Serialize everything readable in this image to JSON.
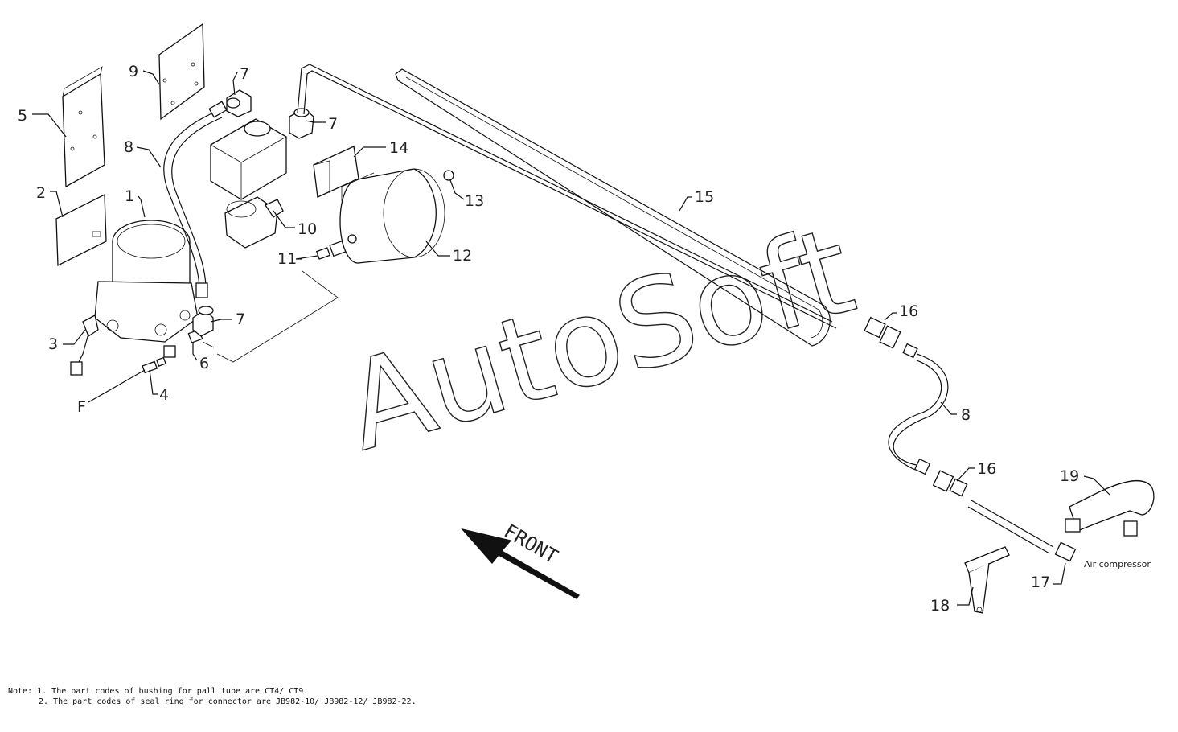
{
  "callouts": [
    {
      "id": "c1",
      "text": "1"
    },
    {
      "id": "c2",
      "text": "2"
    },
    {
      "id": "c3",
      "text": "3"
    },
    {
      "id": "c4",
      "text": "4"
    },
    {
      "id": "c5",
      "text": "5"
    },
    {
      "id": "c6",
      "text": "6"
    },
    {
      "id": "c7a",
      "text": "7"
    },
    {
      "id": "c7b",
      "text": "7"
    },
    {
      "id": "c7c",
      "text": "7"
    },
    {
      "id": "c8a",
      "text": "8"
    },
    {
      "id": "c8b",
      "text": "8"
    },
    {
      "id": "c9",
      "text": "9"
    },
    {
      "id": "c10",
      "text": "10"
    },
    {
      "id": "c11",
      "text": "11"
    },
    {
      "id": "c12",
      "text": "12"
    },
    {
      "id": "c13",
      "text": "13"
    },
    {
      "id": "c14",
      "text": "14"
    },
    {
      "id": "c15",
      "text": "15"
    },
    {
      "id": "c16a",
      "text": "16"
    },
    {
      "id": "c16b",
      "text": "16"
    },
    {
      "id": "c17",
      "text": "17"
    },
    {
      "id": "c18",
      "text": "18"
    },
    {
      "id": "c19",
      "text": "19"
    },
    {
      "id": "cF",
      "text": "F"
    }
  ],
  "labels": {
    "air_compressor": "Air compressor",
    "front": "FRONT",
    "watermark": "AutoSoft"
  },
  "notes": {
    "line1": "Note: 1. The part codes of bushing for pall tube are CT4/ CT9.",
    "line2": "2. The part codes of seal ring for connector are JB982-10/ JB982-12/ JB982-22."
  }
}
